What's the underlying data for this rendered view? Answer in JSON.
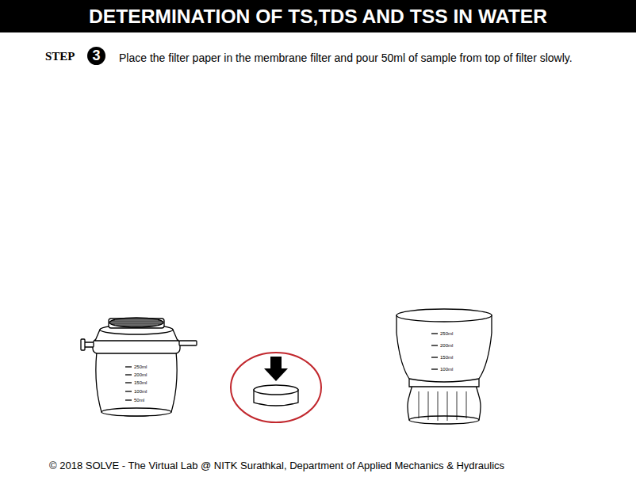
{
  "diagram": {
    "title": "DETERMINATION OF TS,TDS AND TSS IN WATER",
    "caption": "© 2018 SOLVE - The Virtual Lab @ NITK Surathkal, Department of Applied Mechanics & Hydraulics",
    "nodes": [
      {
        "text": [
          "3"
        ]
      }
    ],
    "labels": [
      "STEP",
      "Place the filter paper in the membrane filter and pour 50ml of sample from top of filter slowly.",
      "250ml",
      "200ml",
      "150ml",
      "100ml",
      "50ml",
      "250ml",
      "200ml",
      "150ml",
      "100ml"
    ]
  }
}
